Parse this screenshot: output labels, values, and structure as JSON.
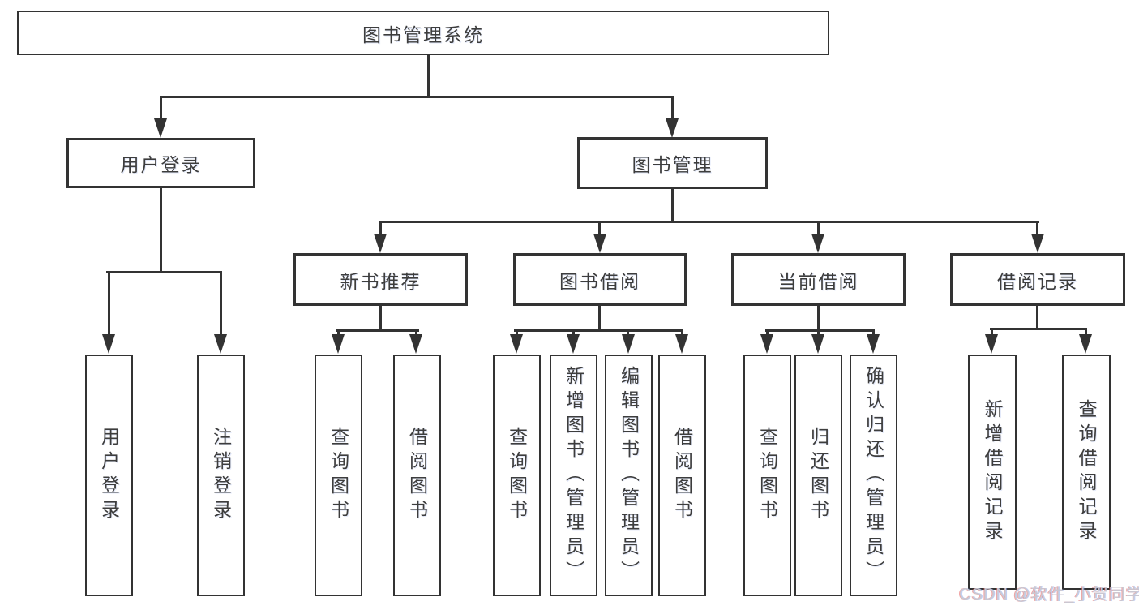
{
  "diagram_title": "图书管理系统",
  "tree": {
    "root": {
      "label": "图书管理系统",
      "children": [
        {
          "label": "用户登录",
          "children": [
            {
              "label": "用户登录"
            },
            {
              "label": "注销登录"
            }
          ]
        },
        {
          "label": "图书管理",
          "children": [
            {
              "label": "新书推荐",
              "children": [
                {
                  "label": "查询图书"
                },
                {
                  "label": "借阅图书"
                }
              ]
            },
            {
              "label": "图书借阅",
              "children": [
                {
                  "label": "查询图书"
                },
                {
                  "label": "新增图书（管理员）"
                },
                {
                  "label": "编辑图书（管理员）"
                },
                {
                  "label": "借阅图书"
                }
              ]
            },
            {
              "label": "当前借阅",
              "children": [
                {
                  "label": "查询图书"
                },
                {
                  "label": "归还图书"
                },
                {
                  "label": "确认归还（管理员）"
                }
              ]
            },
            {
              "label": "借阅记录",
              "children": [
                {
                  "label": "新增借阅记录"
                },
                {
                  "label": "查询借阅记录"
                }
              ]
            }
          ]
        }
      ]
    }
  },
  "watermark": {
    "text": "CSDN @软件_小贺同学"
  },
  "colors": {
    "line": "#333333",
    "box_border": "#333333",
    "text": "#3d3d3d",
    "background": "#ffffff",
    "watermark": "#c9cad4"
  }
}
